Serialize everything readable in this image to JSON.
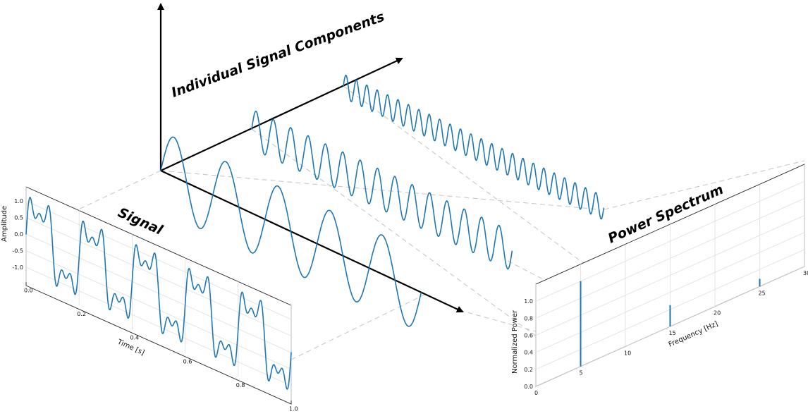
{
  "diagram": {
    "components_title": "Individual Signal Components",
    "signal_title": "Signal",
    "spectrum_title": "Power Spectrum",
    "colors": {
      "line": "#1f77b4",
      "axis": "#000000",
      "guide": "#c8c8c8"
    }
  },
  "chart_data": [
    {
      "type": "line",
      "name": "signal",
      "title": "Signal",
      "xlabel": "Time [s]",
      "ylabel": "Amplitude",
      "xlim": [
        0,
        1
      ],
      "ylim": [
        -1.5,
        1.5
      ],
      "x_ticks": [
        "0.0",
        "0.2",
        "0.4",
        "0.6",
        "0.8",
        "1.0"
      ],
      "y_ticks": [
        "-1.0",
        "-0.5",
        "0.0",
        "0.5",
        "1.0"
      ],
      "components": [
        {
          "frequency_hz": 5,
          "amplitude": 1.0
        },
        {
          "frequency_hz": 15,
          "amplitude": 0.5
        },
        {
          "frequency_hz": 25,
          "amplitude": 0.3
        }
      ]
    },
    {
      "type": "bar",
      "name": "power-spectrum",
      "title": "Power Spectrum",
      "xlabel": "Frequency [Hz]",
      "ylabel": "Normalized Power",
      "xlim": [
        0,
        30
      ],
      "ylim": [
        0,
        1.2
      ],
      "x_ticks": [
        "0",
        "5",
        "10",
        "15",
        "20",
        "25",
        "30"
      ],
      "y_ticks": [
        "0.0",
        "0.2",
        "0.4",
        "0.6",
        "0.8",
        "1.0"
      ],
      "frequencies": [
        5,
        15,
        25
      ],
      "values": [
        1.0,
        0.25,
        0.09
      ]
    }
  ]
}
